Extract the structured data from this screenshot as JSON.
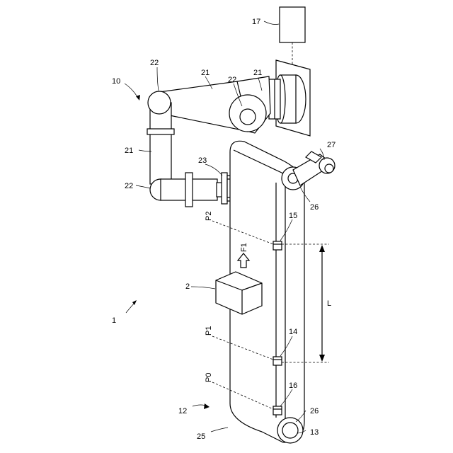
{
  "labels": {
    "robot_system": "10",
    "system": "1",
    "conveyor": "12",
    "camera": "17",
    "arm_link": "21",
    "joint": "22",
    "tool": "23",
    "belt": "25",
    "pulley": "26",
    "motor": "27",
    "workpiece": "2",
    "sensor_p2": "15",
    "sensor_p1": "14",
    "sensor_p0": "16",
    "encoder": "13",
    "pos_p2": "P2",
    "pos_p1": "P1",
    "pos_p0": "P0",
    "flow": "F1",
    "distance": "L"
  }
}
